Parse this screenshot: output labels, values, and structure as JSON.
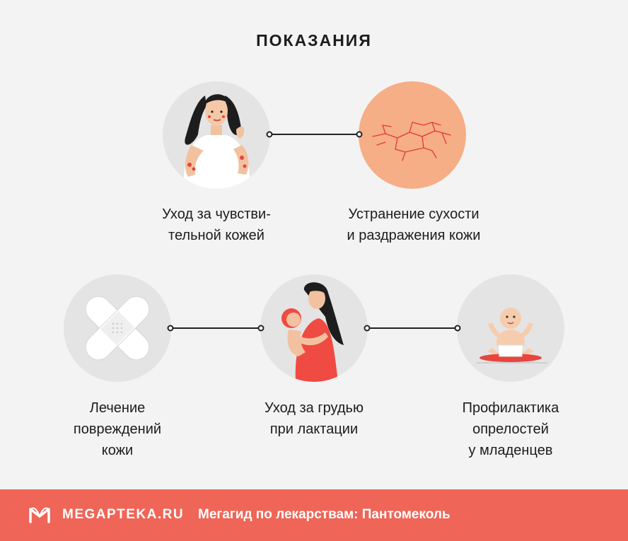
{
  "title": "ПОКАЗАНИЯ",
  "items": [
    {
      "caption": "Уход за чувстви-\nтельной кожей",
      "icon": "woman-sensitive-skin-icon"
    },
    {
      "caption": "Устранение сухости\nи раздражения кожи",
      "icon": "dry-skin-icon"
    },
    {
      "caption": "Лечение\nповреждений\nкожи",
      "icon": "bandage-icon"
    },
    {
      "caption": "Уход за грудью\nпри лактации",
      "icon": "breastfeeding-mother-icon"
    },
    {
      "caption": "Профилактика\nопрелостей\nу младенцев",
      "icon": "baby-icon"
    }
  ],
  "footer": {
    "brand": "MEGAPTEKA.RU",
    "tagline": "Мегагид по лекарствам: Пантомеколь"
  },
  "colors": {
    "background": "#f3f3f3",
    "footer": "#ef6557",
    "circle": "#e4e4e4",
    "skin_circle": "#f6ae86",
    "accent_red": "#e8453c"
  }
}
